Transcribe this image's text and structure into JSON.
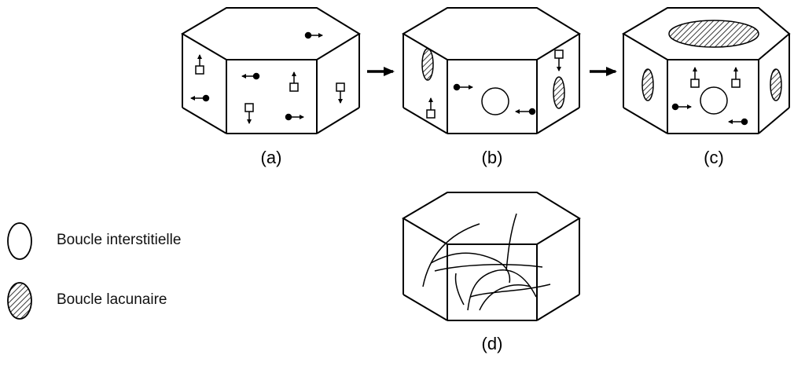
{
  "captions": {
    "a": "(a)",
    "b": "(b)",
    "c": "(c)",
    "d": "(d)"
  },
  "legend": {
    "interstitial_label": "Boucle interstitielle",
    "vacancy_label": "Boucle lacunaire"
  }
}
